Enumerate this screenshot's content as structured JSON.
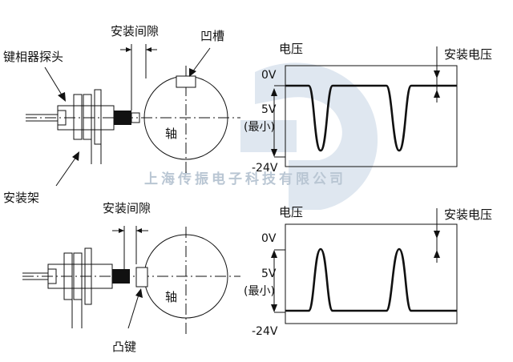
{
  "watermark": {
    "company": "上海传振电子科技有限公司",
    "logo_color": "#b7cadf",
    "text_color": "#b9c6d3"
  },
  "top_diagram": {
    "sensor_label": "键相器探头",
    "gap_label": "安装间隙",
    "notch_label": "凹槽",
    "shaft_label": "轴",
    "bracket_label": "安装架"
  },
  "bottom_diagram": {
    "gap_label": "安装间隙",
    "key_label": "凸键",
    "shaft_label": "轴"
  },
  "top_waveform": {
    "title": "电压",
    "install_voltage_label": "安装电压",
    "zero_label": "0V",
    "level_label": "5V",
    "min_label": "(最小)",
    "bottom_label": "-24V"
  },
  "bottom_waveform": {
    "title": "电压",
    "install_voltage_label": "安装电压",
    "zero_label": "0V",
    "level_label": "5V",
    "min_label": "(最小)",
    "bottom_label": "-24V"
  }
}
